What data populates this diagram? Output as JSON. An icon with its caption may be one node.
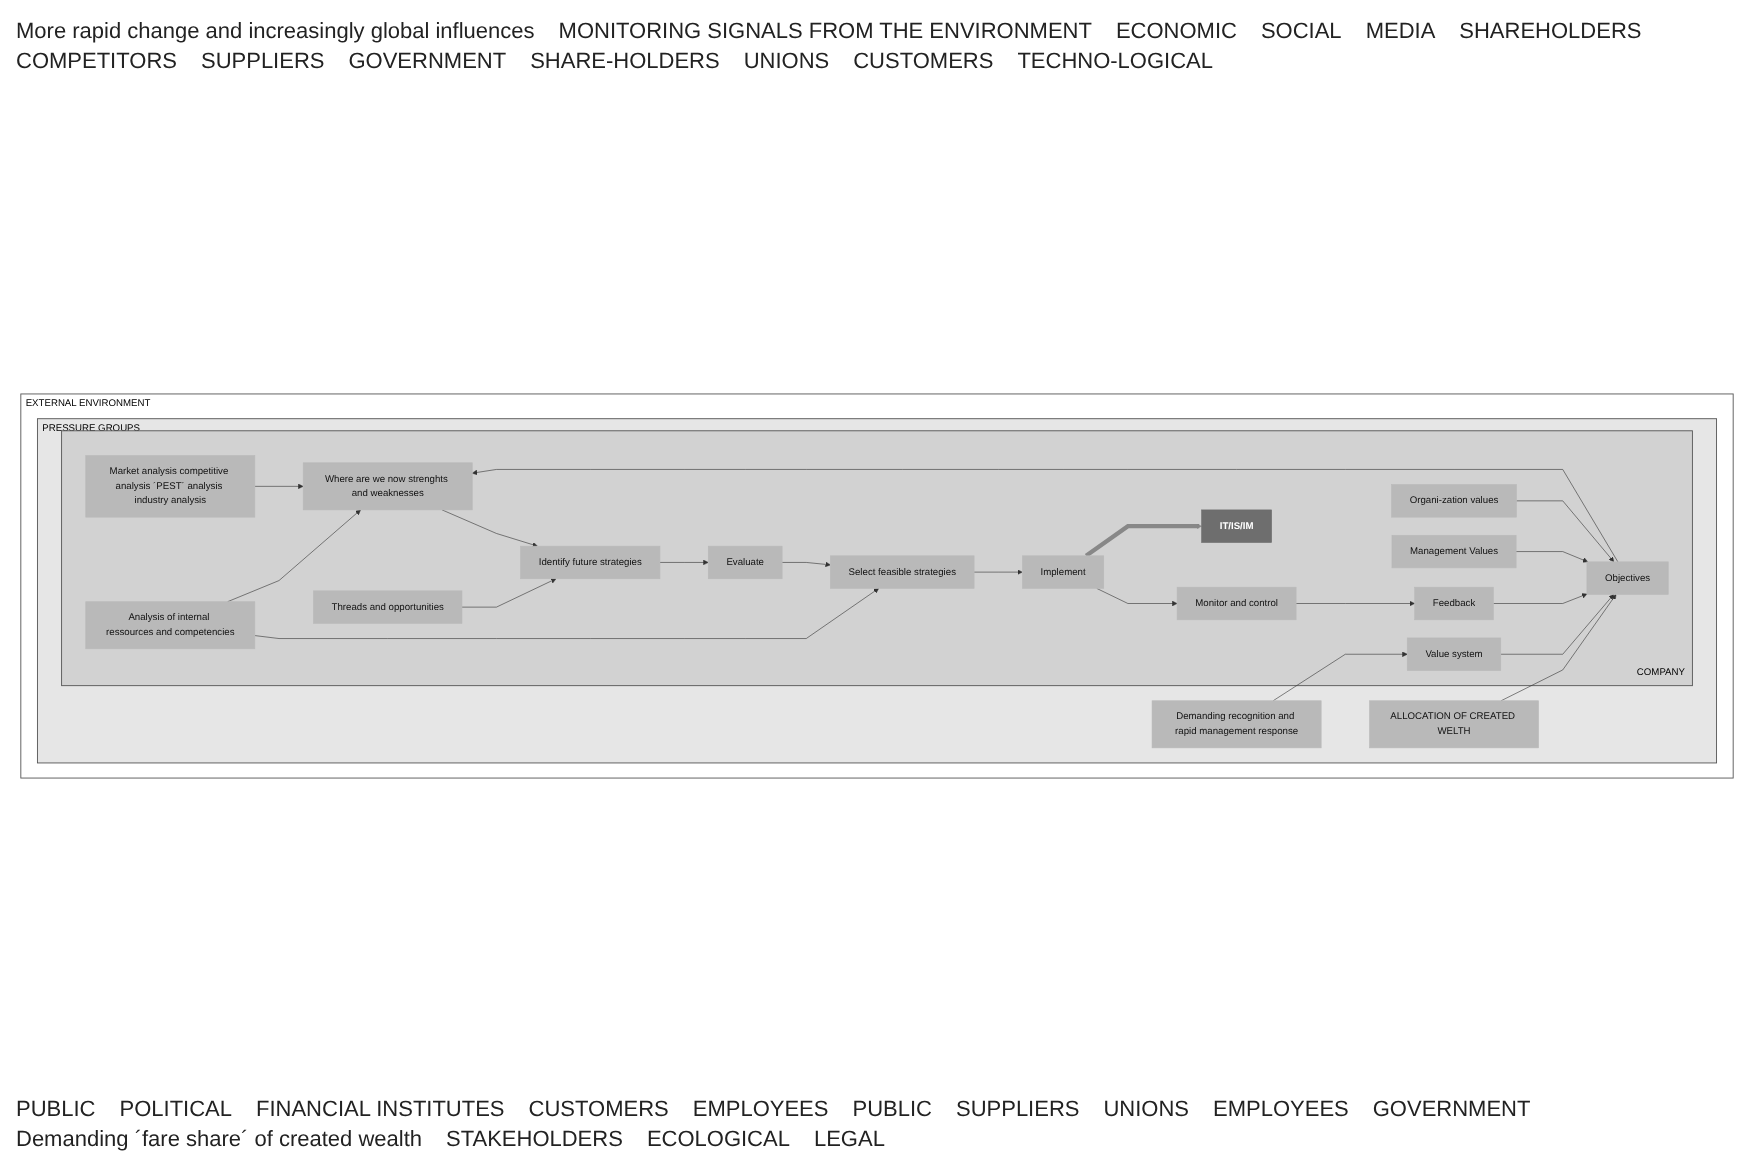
{
  "diagram": {
    "nodes": [
      {
        "text": [
          "EXTERNAL ENVIRONMENT"
        ]
      },
      {
        "text": [
          "PRESSURE GROUPS"
        ],
        "in": 0
      },
      {
        "text": [
          "Demanding recognition and rapid management response"
        ],
        "in": 1
      },
      {
        "text": [
          "ALLOCATION OF CREATED WELTH"
        ],
        "in": 1
      },
      {
        "text": [
          "COMPANY"
        ],
        "in": 1
      },
      {
        "text": [
          "Organi-zation values"
        ],
        "in": 4
      },
      {
        "text": [
          "Value system"
        ],
        "in": 4
      },
      {
        "text": [
          "Management Values"
        ],
        "in": 4
      },
      {
        "text": [
          "Market analysis competitive analysis ´PEST´ analysis industry analysis"
        ],
        "in": 4
      },
      {
        "text": [
          "Objectives"
        ],
        "in": 4
      },
      {
        "text": [
          "Where are we now strenghts and weaknesses"
        ],
        "in": 4
      },
      {
        "text": [
          "Identify future strategies"
        ],
        "in": 4
      },
      {
        "text": [
          "Threads and opportunities"
        ],
        "in": 4
      },
      {
        "text": [
          "Feedback"
        ],
        "in": 4
      },
      {
        "text": [
          "Evaluate"
        ],
        "in": 4
      },
      {
        "text": [
          "Monitor and control"
        ],
        "in": 4
      },
      {
        "text": [
          "Analysis of internal ressources and competencies"
        ],
        "in": 4
      },
      {
        "text": [
          "Select feasible strategies"
        ],
        "in": 4
      },
      {
        "text": [
          "IT/IS/IM"
        ],
        "in": 4
      },
      {
        "text": [
          "Implement"
        ],
        "in": 4
      }
    ],
    "edges": [
      {
        "from": 2,
        "to": 6,
        "arrow": "to"
      },
      {
        "from": 3,
        "to": 9,
        "arrow": "to"
      },
      {
        "from": 5,
        "to": 9,
        "arrow": "to"
      },
      {
        "from": 6,
        "to": 9,
        "arrow": "to"
      },
      {
        "from": 7,
        "to": 9,
        "arrow": "to"
      },
      {
        "from": 8,
        "to": 10,
        "arrow": "to"
      },
      {
        "from": 9,
        "to": 10,
        "arrow": "to"
      },
      {
        "from": 10,
        "to": 11,
        "arrow": "to"
      },
      {
        "from": 12,
        "to": 11,
        "arrow": "to"
      },
      {
        "from": 11,
        "to": 14,
        "arrow": "to"
      },
      {
        "from": 14,
        "to": 17,
        "arrow": "to"
      },
      {
        "from": 16,
        "to": 17,
        "arrow": "to"
      },
      {
        "from": 16,
        "to": 10,
        "arrow": "to"
      },
      {
        "from": 17,
        "to": 19,
        "arrow": "to"
      },
      {
        "from": 19,
        "to": 15,
        "arrow": "to"
      },
      {
        "from": 15,
        "to": 13,
        "arrow": "to"
      },
      {
        "from": 13,
        "to": 9,
        "arrow": "to"
      },
      {
        "from": 19,
        "to": 18,
        "arrow": "to",
        "style": "thick",
        "color": "#888888"
      }
    ],
    "labels": [
      "More rapid change and increasingly global influences",
      "MONITORING SIGNALS FROM THE ENVIRONMENT",
      "ECONOMIC",
      "SOCIAL",
      "MEDIA",
      "SHAREHOLDERS",
      "COMPETITORS",
      "SUPPLIERS",
      "GOVERNMENT",
      "SHARE-HOLDERS",
      "UNIONS",
      "CUSTOMERS",
      "TECHNO-LOGICAL",
      "PUBLIC",
      "POLITICAL",
      "FINANCIAL INSTITUTES",
      "CUSTOMERS",
      "EMPLOYEES",
      "PUBLIC",
      "SUPPLIERS",
      "UNIONS",
      "EMPLOYEES",
      "GOVERNMENT",
      "Demanding ´fare share´ of created wealth",
      "STAKEHOLDERS",
      "ECOLOGICAL",
      "LEGAL"
    ]
  }
}
